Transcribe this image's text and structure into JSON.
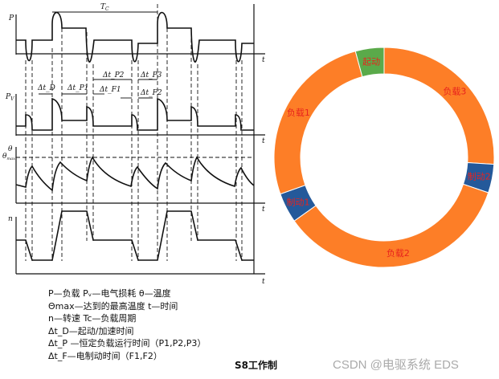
{
  "diagram": {
    "period_label": "T",
    "period_sub": "C",
    "axis_labels": {
      "p": "P",
      "pv": "P",
      "pv_sub": "V",
      "theta": "θ",
      "theta_max": "θ",
      "theta_max_sub": "max",
      "n": "n",
      "t": "t"
    },
    "intervals": [
      "Δt_D",
      "Δt_P1",
      "Δt_P2",
      "Δt_F1",
      "Δt_P3",
      "Δt_F2"
    ]
  },
  "legend": [
    "P—负载  Pᵥ—电气损耗  θ—温度",
    "Θmax—达到的最高温度   t—时间",
    "n—转速    Tc—负载周期",
    "Δt_D—起动/加速时间",
    "Δt_P —恒定负载运行时间（P1,P2,P3）",
    "Δt_F—电制动时间（F1,F2）"
  ],
  "caption": "S8工作制",
  "watermark": "CSDN @电驱系统 EDS",
  "chart_data": {
    "type": "pie",
    "donut": true,
    "start": "top",
    "direction": "clockwise",
    "slices": [
      {
        "label": "负载3",
        "value": 26,
        "color": "#fd7e27"
      },
      {
        "label": "制动2",
        "value": 4.2,
        "color": "#24599a"
      },
      {
        "label": "负载2",
        "value": 35,
        "color": "#fd7e27"
      },
      {
        "label": "制动1",
        "value": 4.4,
        "color": "#24599a"
      },
      {
        "label": "负载1",
        "value": 26.2,
        "color": "#fd7e27"
      },
      {
        "label": "起动",
        "value": 4.2,
        "color": "#5aaa4a"
      }
    ],
    "label_color": "#e8231d"
  }
}
